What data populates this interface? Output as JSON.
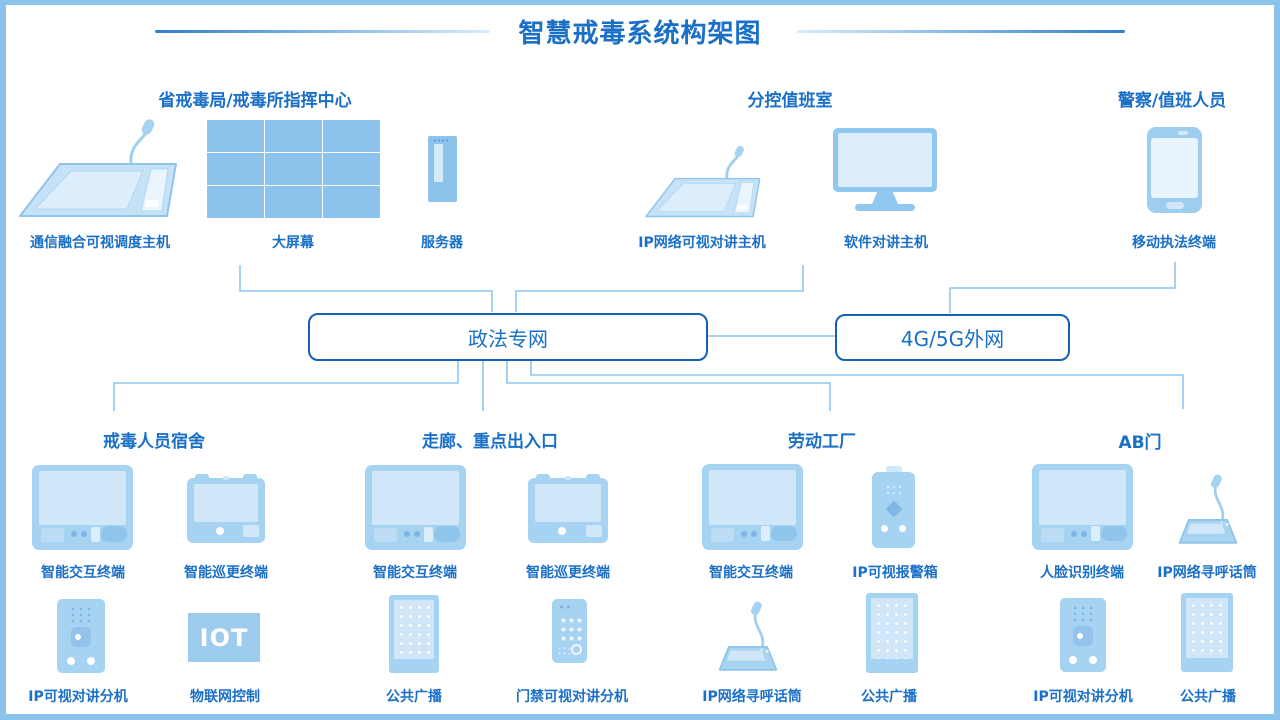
{
  "title": "智慧戒毒系统构架图",
  "colors": {
    "accent": "#1a6fc7",
    "line": "#8fc6ee",
    "box_border": "#1660b4",
    "device": "#a6d3f1",
    "device_light": "#cfe7f9",
    "frame": "#8cc3ec"
  },
  "networks": {
    "primary": "政法专网",
    "external": "4G/5G外网"
  },
  "iot_badge": "IOT",
  "groups": {
    "command_center": {
      "title": "省戒毒局/戒毒所指挥中心",
      "devices": [
        "通信融合可视调度主机",
        "大屏幕",
        "服务器"
      ]
    },
    "duty_room": {
      "title": "分控值班室",
      "devices": [
        "IP网络可视对讲主机",
        "软件对讲主机"
      ]
    },
    "police": {
      "title": "警察/值班人员",
      "devices": [
        "移动执法终端"
      ]
    },
    "dormitory": {
      "title": "戒毒人员宿舍",
      "devices": [
        "智能交互终端",
        "智能巡更终端",
        "IP可视对讲分机",
        "物联网控制"
      ]
    },
    "corridor": {
      "title": "走廊、重点出入口",
      "devices": [
        "智能交互终端",
        "智能巡更终端",
        "公共广播",
        "门禁可视对讲分机"
      ]
    },
    "factory": {
      "title": "劳动工厂",
      "devices": [
        "智能交互终端",
        "IP可视报警箱",
        "IP网络寻呼话筒",
        "公共广播"
      ]
    },
    "ab_gate": {
      "title": "AB门",
      "devices": [
        "人脸识别终端",
        "IP网络寻呼话筒",
        "IP可视对讲分机",
        "公共广播"
      ]
    }
  }
}
